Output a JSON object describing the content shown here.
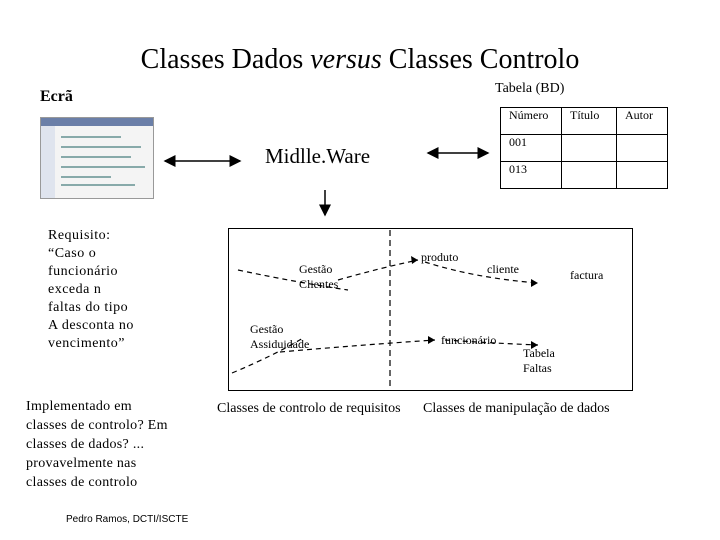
{
  "title": {
    "part1": "Classes Dados ",
    "emph": "versus",
    "part2": " Classes Controlo"
  },
  "labels": {
    "ecra": "Ecrã",
    "tabela": "Tabela (BD)",
    "middleware": "Midlle.Ware",
    "requisito": [
      "Requisito:",
      "“Caso o",
      "funcionário",
      "exceda n",
      "faltas do tipo",
      "A desconta no",
      "vencimento”"
    ],
    "implementado": [
      "Implementado em",
      "classes de controlo? Em",
      "classes de dados? ...",
      "provavelmente nas",
      "classes de controlo"
    ],
    "author": "Pedro Ramos, DCTI/ISCTE"
  },
  "table": {
    "headers": [
      "Número",
      "Título",
      "Autor"
    ],
    "rows": [
      [
        "001",
        "",
        ""
      ],
      [
        "013",
        "",
        ""
      ]
    ]
  },
  "diagram": {
    "nodes": {
      "gestao_clientes": [
        "Gestão",
        "Clientes"
      ],
      "gestao_assiduidade": [
        "Gestão",
        "Assiduidade"
      ],
      "produto": "produto",
      "cliente": "cliente",
      "factura": "factura",
      "funcionario": "funcionário",
      "tabela_faltas": [
        "Tabela",
        "Faltas"
      ]
    },
    "captions": {
      "controlo": "Classes de controlo de requisitos",
      "manipulacao": "Classes de manipulação de dados"
    }
  }
}
